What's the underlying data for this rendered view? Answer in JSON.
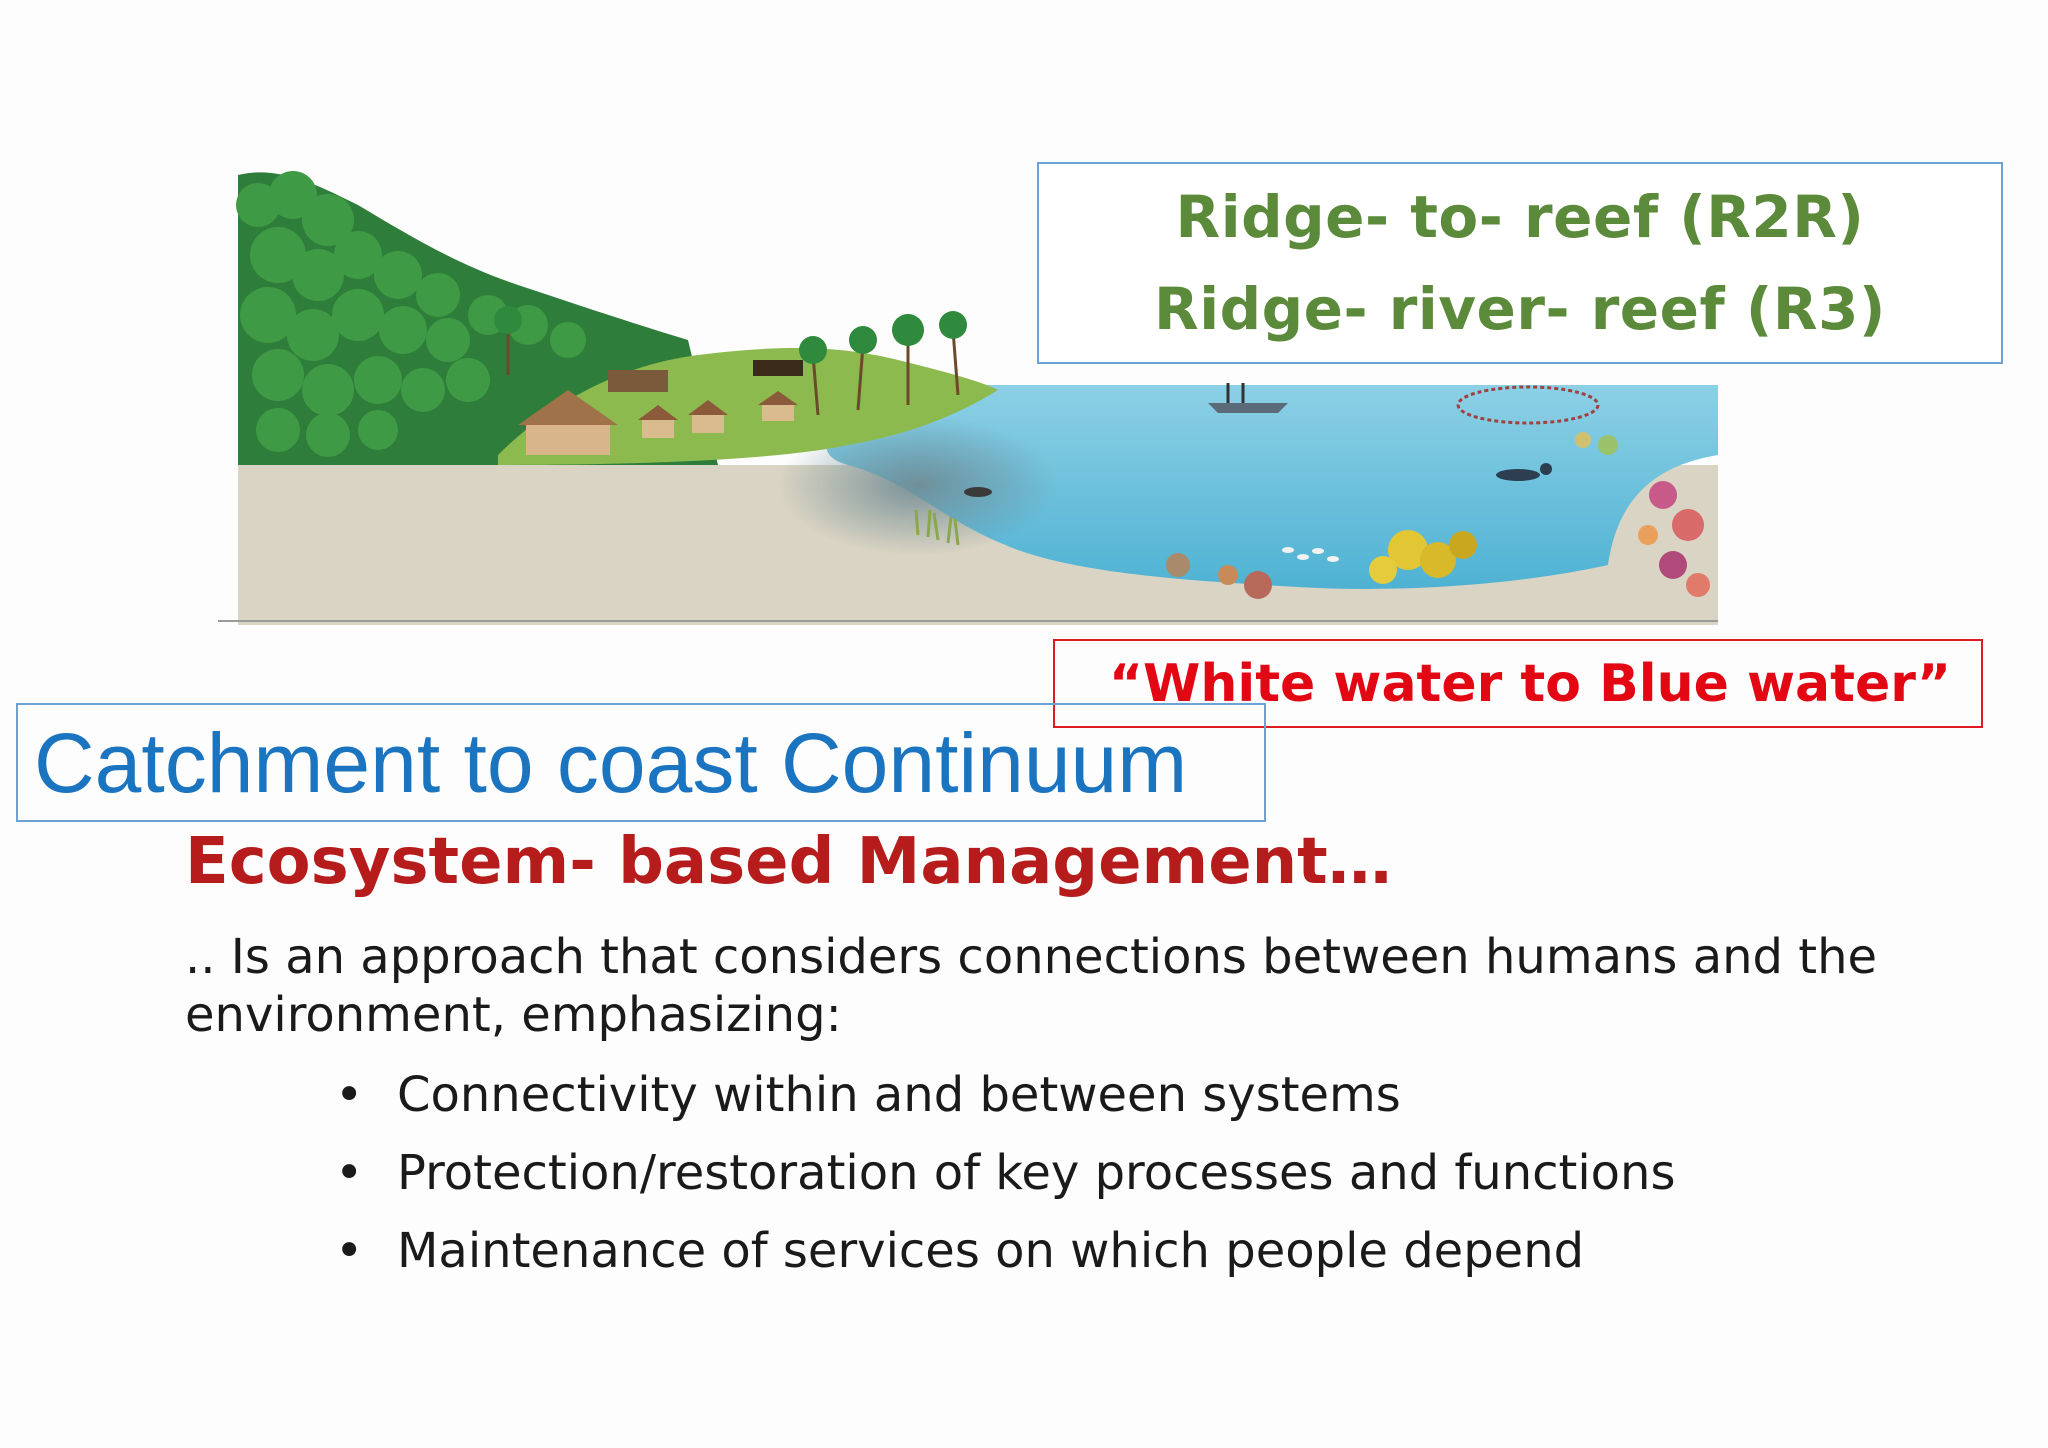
{
  "slide": {
    "r2r_box": {
      "line1": "Ridge- to- reef (R2R)",
      "line2": "Ridge- river- reef (R3)"
    },
    "white_water_quote": "“White water to Blue water”",
    "catchment_title": "Catchment to coast Continuum",
    "ebm_title": "Ecosystem- based Management…",
    "intro_text": ".. Is an approach that considers connections between humans and the environment, emphasizing:",
    "bullet_symbol": "•",
    "bullets": [
      "Connectivity within and between systems",
      "Protection/restoration of key processes and functions",
      "Maintenance of services on which people depend"
    ]
  },
  "colors": {
    "r2r_text": "#5b8a3a",
    "quote_text": "#e30613",
    "catchment_text": "#1b74bf",
    "ebm_title": "#b71c1c",
    "box_border_blue": "#6ea2d4",
    "box_border_red": "#e01b24"
  },
  "illustration": {
    "icons": [
      "forest-icon",
      "village-hut-icon",
      "palm-tree-icon",
      "fishing-boat-icon",
      "fish-net-icon",
      "diver-icon",
      "coral-reef-icon",
      "seagrass-icon"
    ]
  }
}
